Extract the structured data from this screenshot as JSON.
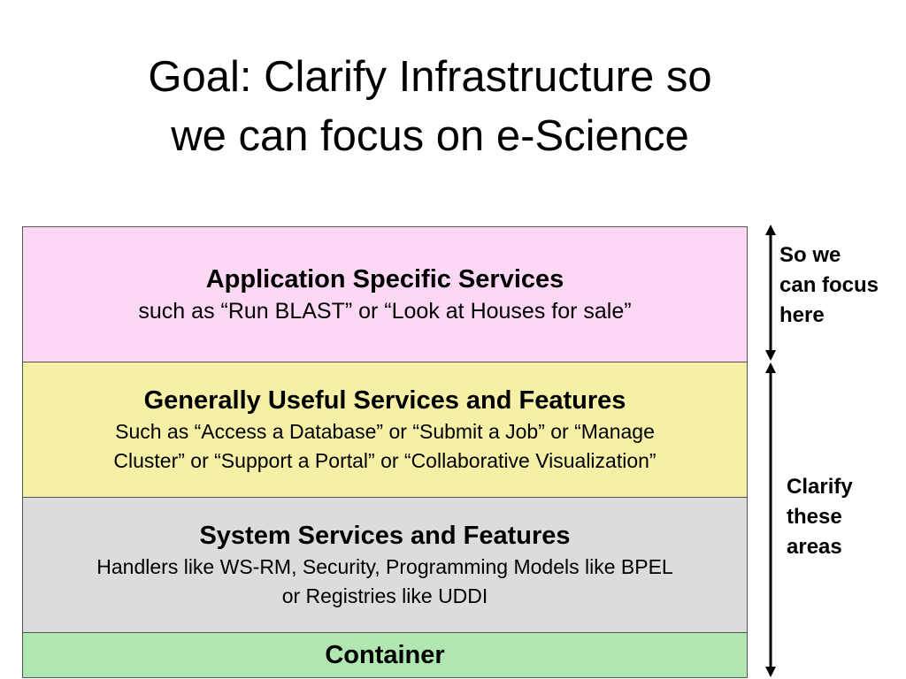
{
  "slide": {
    "title_lines": [
      "Goal: Clarify Infrastructure so",
      "we can focus on e-Science"
    ]
  },
  "layers": [
    {
      "title": "Application Specific Services",
      "description_lines": [
        "such as “Run BLAST” or “Look at Houses for sale”"
      ],
      "color": "#fcd8f5"
    },
    {
      "title": "Generally Useful Services and Features",
      "description_lines": [
        "Such as “Access a Database” or “Submit a Job” or “Manage",
        "Cluster” or “Support a Portal” or “Collaborative Visualization”"
      ],
      "color": "#f5f0a6"
    },
    {
      "title": "System Services and Features",
      "description_lines": [
        "Handlers like WS-RM, Security, Programming Models like BPEL",
        "or Registries like UDDI"
      ],
      "color": "#dcdcdc"
    },
    {
      "title": "Container",
      "description_lines": [],
      "color": "#b0e6b0"
    }
  ],
  "annotations": {
    "focus_lines": [
      "So we",
      "can focus",
      "here"
    ],
    "clarify_lines": [
      "Clarify",
      "these",
      "areas"
    ]
  }
}
